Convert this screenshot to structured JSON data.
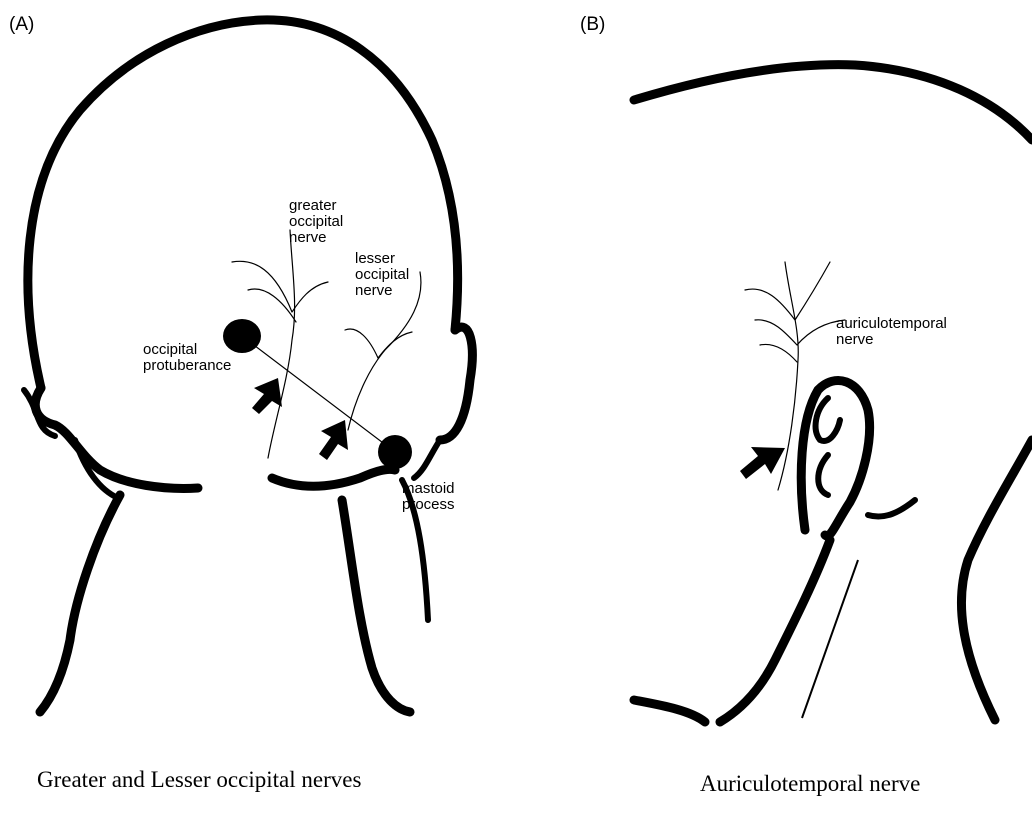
{
  "panels": [
    {
      "label": "(A)",
      "caption": "Greater and Lesser occipital nerves",
      "labels": {
        "greater_occipital_nerve": "greater\noccipital\nnerve",
        "lesser_occipital_nerve": "lesser\noccipital\nnerve",
        "occipital_protuberance": "occipital\nprotuberance",
        "mastoid_process": "mastoid\nprocess"
      }
    },
    {
      "label": "(B)",
      "caption": "Auriculotemporal nerve",
      "labels": {
        "auriculotemporal_nerve": "auriculotemporal\nnerve"
      }
    }
  ]
}
